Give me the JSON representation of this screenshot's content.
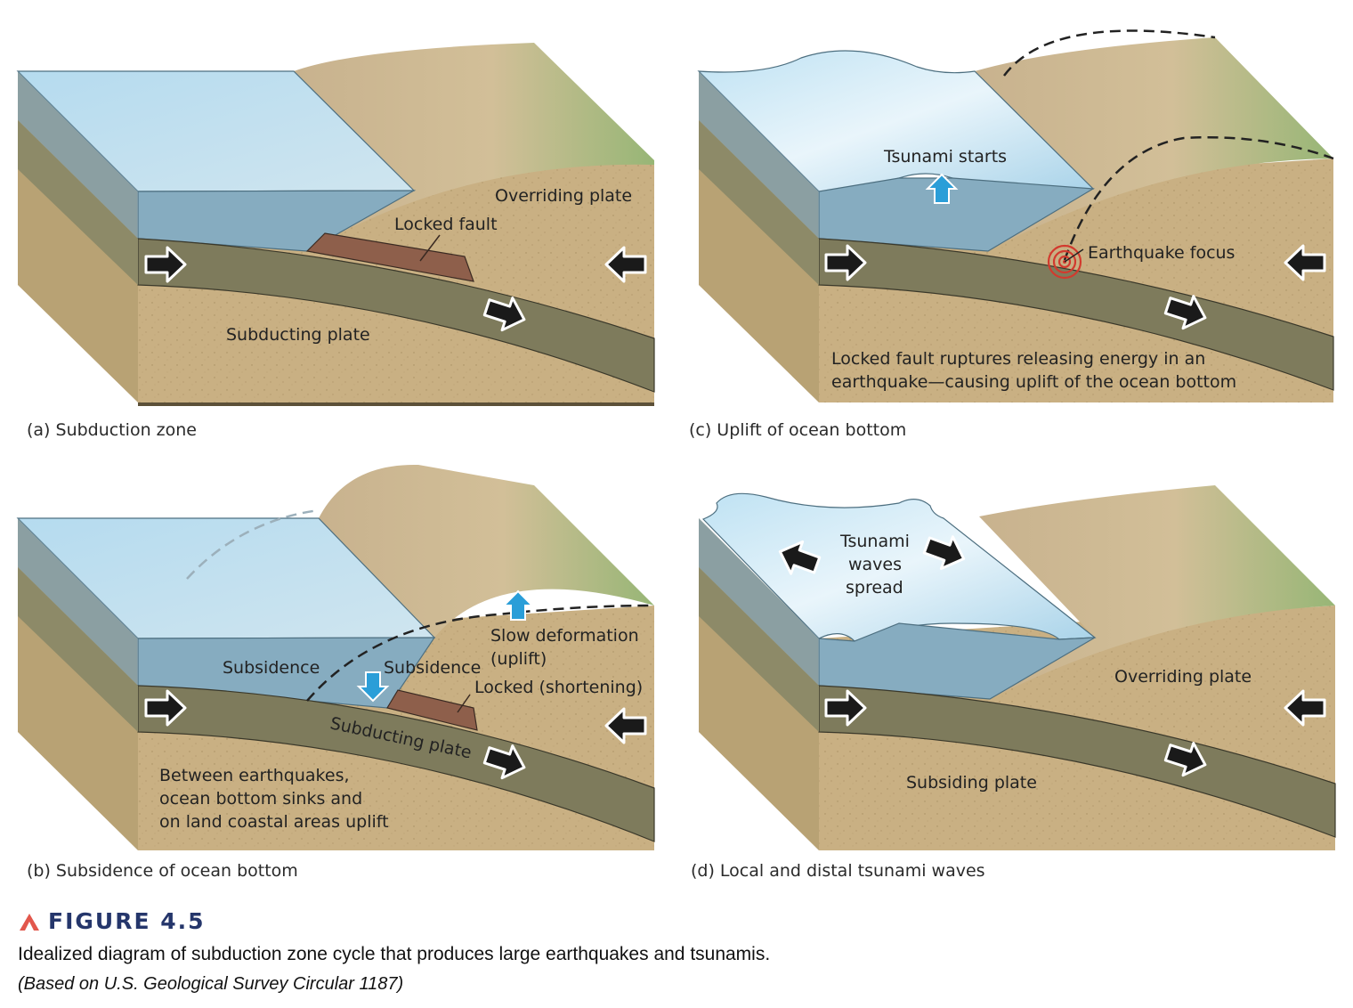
{
  "panels": [
    {
      "id": "a",
      "caption": "(a) Subduction zone",
      "labels": {
        "overriding": "Overriding plate",
        "locked": "Locked fault",
        "subducting": "Subducting plate"
      }
    },
    {
      "id": "b",
      "caption": "(b) Subsidence of ocean bottom",
      "labels": {
        "subsidence1": "Subsidence",
        "subsidence2": "Subsidence",
        "slow1": "Slow deformation",
        "slow2": "(uplift)",
        "locked": "Locked (shortening)",
        "subducting": "Subducting plate",
        "note1": "Between earthquakes,",
        "note2": "ocean bottom sinks and",
        "note3": "on land coastal areas uplift"
      }
    },
    {
      "id": "c",
      "caption": "(c) Uplift of ocean bottom",
      "labels": {
        "tsunami": "Tsunami starts",
        "focus": "Earthquake focus",
        "note1": "Locked fault ruptures releasing energy in an",
        "note2": "earthquake—causing uplift of the ocean bottom"
      }
    },
    {
      "id": "d",
      "caption": "(d) Local and distal tsunami waves",
      "labels": {
        "waves1": "Tsunami",
        "waves2": "waves",
        "waves3": "spread",
        "overriding": "Overriding plate",
        "subsiding": "Subsiding plate"
      }
    }
  ],
  "figure": {
    "number": "FIGURE 4.5",
    "description": "Idealized diagram of subduction zone cycle that produces large earthquakes and tsunamis.",
    "source": "(Based on U.S. Geological Survey Circular 1187)"
  },
  "colors": {
    "water_top": "#a9d3e9",
    "water_front": "#86acc0",
    "sediment": "#c9b083",
    "slab": "#7e7b5c",
    "locked_fault": "#8e5f4b",
    "grass": "#9cb97a",
    "heading": "#25366b",
    "accent_triangle": "#e2574c",
    "uplift_arrow": "#2a9ed8",
    "focus": "#d23a2e"
  }
}
